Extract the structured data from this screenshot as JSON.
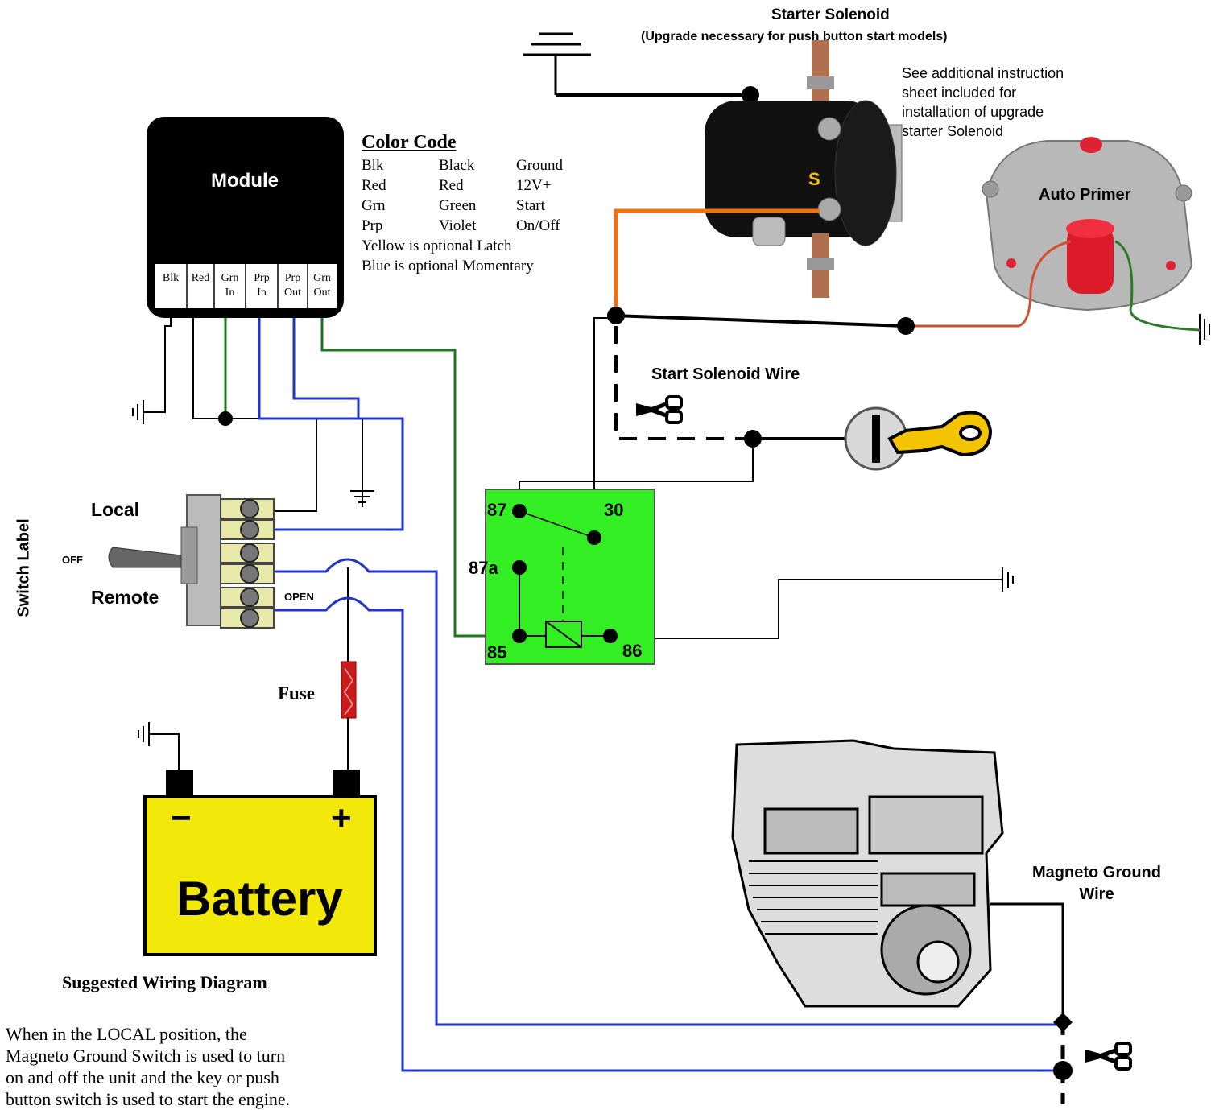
{
  "solenoid": {
    "title": "Starter Solenoid",
    "subtitle": "(Upgrade necessary for push button start models)",
    "note_lines": [
      "See additional instruction",
      "sheet included for",
      "installation of upgrade",
      "starter Solenoid"
    ],
    "terminal_letter": "S"
  },
  "module": {
    "title": "Module",
    "terminals": [
      {
        "line1": "Blk",
        "line2": ""
      },
      {
        "line1": "Red",
        "line2": ""
      },
      {
        "line1": "Grn",
        "line2": "In"
      },
      {
        "line1": "Prp",
        "line2": "In"
      },
      {
        "line1": "Prp",
        "line2": "Out"
      },
      {
        "line1": "Grn",
        "line2": "Out"
      }
    ]
  },
  "color_code": {
    "title": "Color Code",
    "rows": [
      {
        "abbr": "Blk",
        "color": "Black",
        "use": "Ground"
      },
      {
        "abbr": "Red",
        "color": "Red",
        "use": "12V+"
      },
      {
        "abbr": "Grn",
        "color": "Green",
        "use": "Start"
      },
      {
        "abbr": "Prp",
        "color": "Violet",
        "use": "On/Off"
      }
    ],
    "notes": [
      "Yellow is optional Latch",
      "Blue is optional Momentary"
    ]
  },
  "auto_primer": {
    "label": "Auto Primer"
  },
  "start_wire": {
    "label": "Start Solenoid Wire"
  },
  "relay": {
    "pins": {
      "p87": "87",
      "p30": "30",
      "p87a": "87a",
      "p85": "85",
      "p86": "86"
    },
    "color": "#33ee22"
  },
  "switch": {
    "side_label": "Switch Label",
    "local": "Local",
    "off": "OFF",
    "remote": "Remote",
    "open": "OPEN"
  },
  "fuse": {
    "label": "Fuse"
  },
  "battery": {
    "label": "Battery",
    "minus": "−",
    "plus": "+"
  },
  "engine": {
    "magneto_label_lines": [
      "Magneto Ground",
      "Wire"
    ]
  },
  "footer": {
    "caption": "Suggested Wiring Diagram",
    "paragraph_lines": [
      "When in the LOCAL position, the",
      "Magneto Ground Switch is used to turn",
      "on and off the unit and the key or push",
      "button switch is used to start the engine."
    ]
  },
  "colors": {
    "green_wire": "#1a7a1a",
    "blue_wire": "#2233cc",
    "orange_wire": "#f07010",
    "battery_yellow": "#f2e80a",
    "key_yellow": "#f5c400",
    "fuse_red": "#cc1a1a"
  },
  "icons": [
    "ground-icon",
    "scissors-icon",
    "key-icon",
    "key-switch-icon",
    "solenoid-image",
    "auto-primer-image",
    "engine-image"
  ]
}
